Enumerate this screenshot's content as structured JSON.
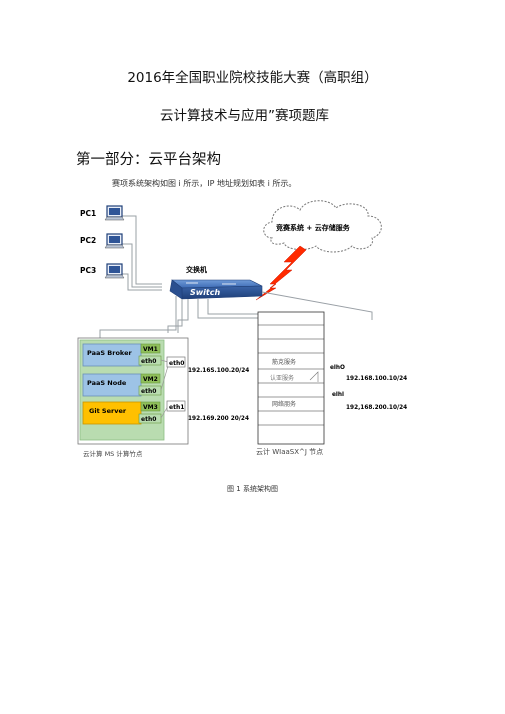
{
  "document": {
    "title_line1": "2016年全国职业院校技能大赛（高职组）",
    "title_line2": "云计算技术与应用”赛项题库",
    "section_heading": "第一部分：云平台架构",
    "intro_text": "赛项系统架构如图 i 所示，IP 地址规划如表 i 所示。",
    "figure_caption": "图 1 系统架构图"
  },
  "diagram": {
    "pcs": [
      "PC1",
      "PC2",
      "PC3"
    ],
    "cloud_label": "竞赛系统 + 云存储服务",
    "switch_title": "交换机",
    "switch_label": "Switch",
    "left_node": {
      "vms": [
        {
          "name": "PaaS Broker",
          "vm": "VM1",
          "eth": "eth0"
        },
        {
          "name": "PaaS Node",
          "vm": "VM2",
          "eth": "eth0"
        },
        {
          "name": "Git Server",
          "vm": "VM3",
          "eth": "eth0"
        }
      ],
      "port_eth0": "eth0",
      "port_eth1": "eth1",
      "ip_eth0": "192.16S.100.20/24",
      "ip_eth1": "192.169.200 20/24",
      "label": "云计算 MS 计算竹点"
    },
    "right_node": {
      "services": [
        "筋克服务",
        "认亚服务",
        "网络朋务"
      ],
      "eth0": "elhO",
      "eth1": "elhl",
      "ip_eth0": "192.168.100.10/24",
      "ip_eth1": "192,168.200.10/24",
      "label": "云计 WIaaSX^J 节点"
    },
    "colors": {
      "vm_frame_fill": "#b9dcb0",
      "vm_frame_stroke": "#8cbf84",
      "vm_box_blue": "#9dc3e6",
      "vm_box_yellow": "#ffc000",
      "vm_tag": "#8fbf5a",
      "switch_body": "#2f5597",
      "lightning": "#ff2a00",
      "cables": "#9aa0a6"
    }
  }
}
